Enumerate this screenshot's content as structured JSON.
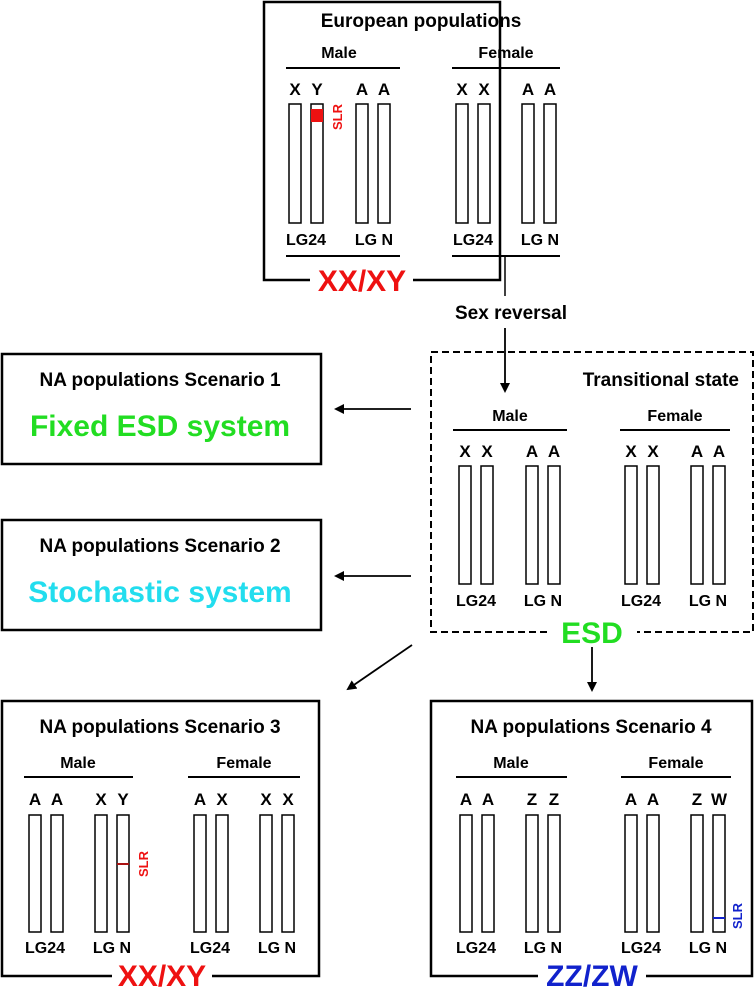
{
  "colors": {
    "ink": "#000000",
    "red": "#ee1111",
    "green": "#22dd22",
    "cyan": "#22ddee",
    "blue": "#1122cc",
    "slr_dark": "#aa1111"
  },
  "european": {
    "title": "European populations",
    "system": "XX/XY",
    "male": {
      "label": "Male",
      "chromosomes": [
        "X",
        "Y",
        "A",
        "A"
      ],
      "slr_label": "SLR"
    },
    "female": {
      "label": "Female",
      "chromosomes": [
        "X",
        "X",
        "A",
        "A"
      ]
    },
    "lg24_label": "LG24",
    "lgn_label": "LG N"
  },
  "sex_reversal_label": "Sex reversal",
  "transitional": {
    "title": "Transitional state",
    "system": "ESD",
    "male": {
      "label": "Male",
      "chromosomes": [
        "X",
        "X",
        "A",
        "A"
      ]
    },
    "female": {
      "label": "Female",
      "chromosomes": [
        "X",
        "X",
        "A",
        "A"
      ]
    },
    "lg24_label": "LG24",
    "lgn_label": "LG N"
  },
  "scenario1": {
    "title": "NA populations Scenario 1",
    "system": "Fixed ESD system"
  },
  "scenario2": {
    "title": "NA populations Scenario 2",
    "system": "Stochastic system"
  },
  "scenario3": {
    "title": "NA populations Scenario 3",
    "system": "XX/XY",
    "male": {
      "label": "Male",
      "chromosomes": [
        "A",
        "A",
        "X",
        "Y"
      ],
      "slr_label": "SLR"
    },
    "female": {
      "label": "Female",
      "chromosomes": [
        "A",
        "X",
        "X",
        "X"
      ]
    },
    "lg24_label": "LG24",
    "lgn_label": "LG N"
  },
  "scenario4": {
    "title": "NA populations Scenario 4",
    "system": "ZZ/ZW",
    "male": {
      "label": "Male",
      "chromosomes": [
        "A",
        "A",
        "Z",
        "Z"
      ]
    },
    "female": {
      "label": "Female",
      "chromosomes": [
        "A",
        "A",
        "Z",
        "W"
      ],
      "slr_label": "SLR"
    },
    "lg24_label": "LG24",
    "lgn_label": "LG N"
  }
}
